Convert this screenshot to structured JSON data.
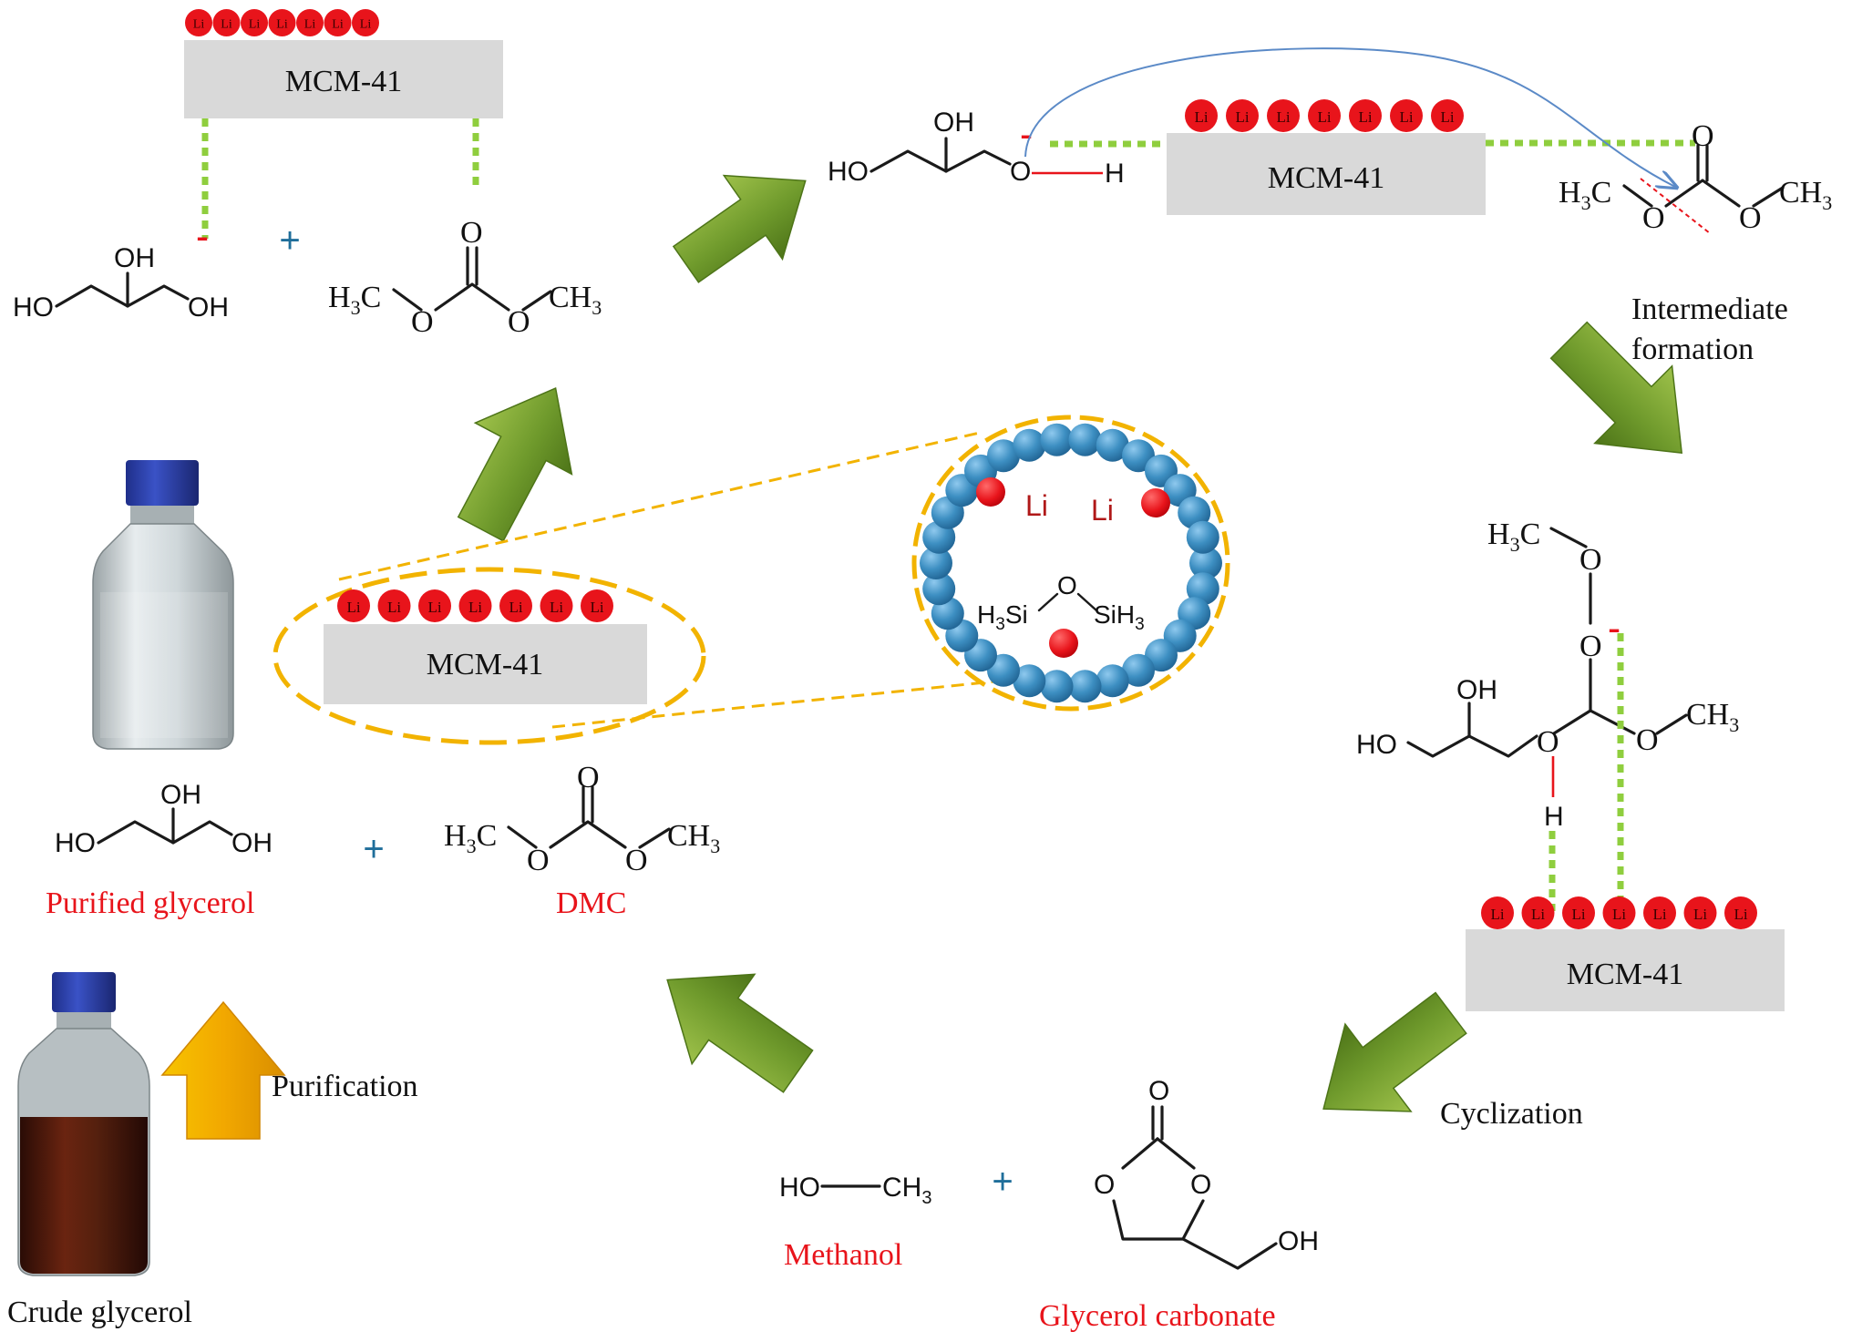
{
  "support": {
    "label": "MCM-41",
    "li_label": "Li"
  },
  "atoms": {
    "OH": "OH",
    "HO": "HO",
    "O": "O",
    "H": "H",
    "C": "C",
    "H3": "H",
    "sub3": "3",
    "Si": "Si",
    "HO_methanol": "HO",
    "CH3": "CH",
    "minus": "-"
  },
  "plus_sign": "+",
  "labels": {
    "intermediate_line1": "Intermediate",
    "intermediate_line2": "formation",
    "purified_glycerol": "Purified  glycerol",
    "dmc": "DMC",
    "purification": "Purification",
    "crude_glycerol": "Crude glycerol",
    "cyclization": "Cyclization",
    "methanol": "Methanol",
    "glycerol_carbonate": "Glycerol carbonate"
  },
  "colors": {
    "li_red": "#e8141b",
    "support_gray": "#d9d9d9",
    "arrow_green": "#6f9a2c",
    "arrow_yellow": "#f5b700",
    "bead_blue": "#3d8fc2",
    "hbond_green": "#8fce3e",
    "ellipse_orange": "#f2b300"
  }
}
